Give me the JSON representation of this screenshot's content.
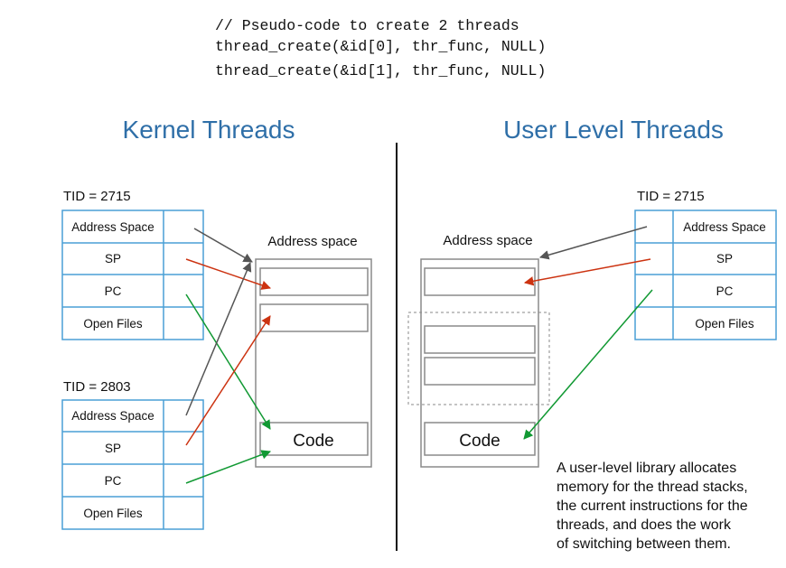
{
  "code": {
    "lines": [
      "// Pseudo-code to create 2 threads",
      "thread_create(&id[0], thr_func, NULL)",
      "thread_create(&id[1], thr_func, NULL)"
    ]
  },
  "kernel": {
    "heading": "Kernel Threads",
    "thread1": {
      "tid": "TID = 2715",
      "rows": [
        "Address Space",
        "SP",
        "PC",
        "Open Files"
      ]
    },
    "thread2": {
      "tid": "TID = 2803",
      "rows": [
        "Address Space",
        "SP",
        "PC",
        "Open Files"
      ]
    },
    "address_space_label": "Address space",
    "code_label": "Code"
  },
  "user": {
    "heading": "User Level Threads",
    "thread1": {
      "tid": "TID = 2715",
      "rows": [
        "Address Space",
        "SP",
        "PC",
        "Open Files"
      ]
    },
    "address_space_label": "Address space",
    "code_label": "Code",
    "note_lines": [
      "A user-level library allocates",
      "memory for the thread stacks,",
      "the current instructions for the",
      "threads, and does the work",
      "of switching between them."
    ]
  },
  "colors": {
    "heading": "#2f6fa8",
    "table_border": "#4a9fd6",
    "box_border": "#8a8a8a",
    "arrow_address": "#555555",
    "arrow_sp": "#cc3311",
    "arrow_pc": "#119933"
  }
}
